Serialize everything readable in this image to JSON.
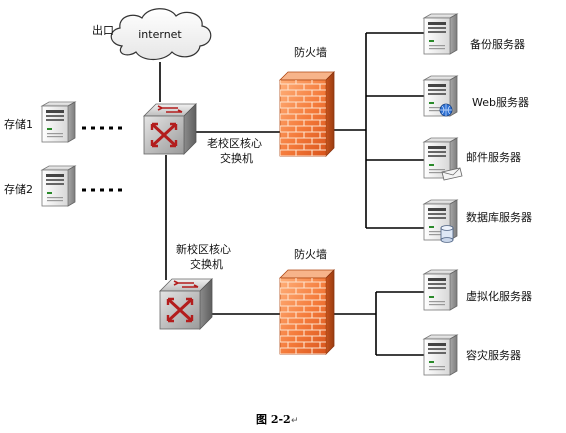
{
  "cloud_label": "internet",
  "exit_label": "出口",
  "storage": [
    "存储1",
    "存储2"
  ],
  "old_core_switch": [
    "老校区核心",
    "交换机"
  ],
  "new_core_switch": [
    "新校区核心",
    "交换机"
  ],
  "firewall_top": "防火墙",
  "firewall_bottom": "防火墙",
  "servers_top": [
    "备份服务器",
    "Web服务器",
    "邮件服务器",
    "数据库服务器"
  ],
  "servers_bottom": [
    "虚拟化服务器",
    "容灾服务器"
  ],
  "caption": "图 2-2",
  "caption_mark": "↵"
}
